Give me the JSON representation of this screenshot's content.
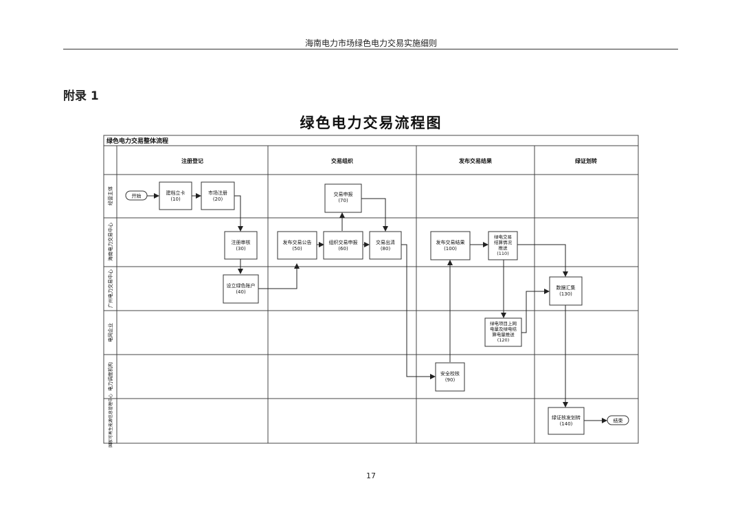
{
  "header": {
    "title": "海南电力市场绿色电力交易实施细则"
  },
  "appendix_label": "附录 1",
  "document_title": "绿色电力交易流程图",
  "diagram": {
    "table_title": "绿色电力交易整体流程",
    "phases": [
      "注册登记",
      "交易组织",
      "发布交易结果",
      "绿证划转"
    ],
    "lanes": [
      "经营主体",
      "海南电力交易中心",
      "广州电力交易中心",
      "电网企业",
      "电力调度机构",
      "国家可再生能源信息管理中心"
    ],
    "start_label": "开始",
    "end_label": "结束",
    "steps": {
      "s10": [
        "建档立卡",
        "(10)"
      ],
      "s20": [
        "市场注册",
        "(20)"
      ],
      "s70": [
        "交易申报",
        "(70)"
      ],
      "s30": [
        "注册审核",
        "(30)"
      ],
      "s50": [
        "发布交易公告",
        "(50)"
      ],
      "s60": [
        "组织交易申报",
        "(60)"
      ],
      "s80": [
        "交易出清",
        "(80)"
      ],
      "s100": [
        "发布交易结果",
        "(100)"
      ],
      "s110": [
        "绿电交易",
        "结算情况",
        "推送",
        "(110)"
      ],
      "s40": [
        "设立绿色账户",
        "(40)"
      ],
      "s130": [
        "数据汇集",
        "(130)"
      ],
      "s120": [
        "绿电项目上网",
        "电量及绿电结",
        "算电量推送",
        "(120)"
      ],
      "s90": [
        "安全校核",
        "(90)"
      ],
      "s140": [
        "绿证核发划转",
        "(140)"
      ]
    }
  },
  "page_number": "17"
}
